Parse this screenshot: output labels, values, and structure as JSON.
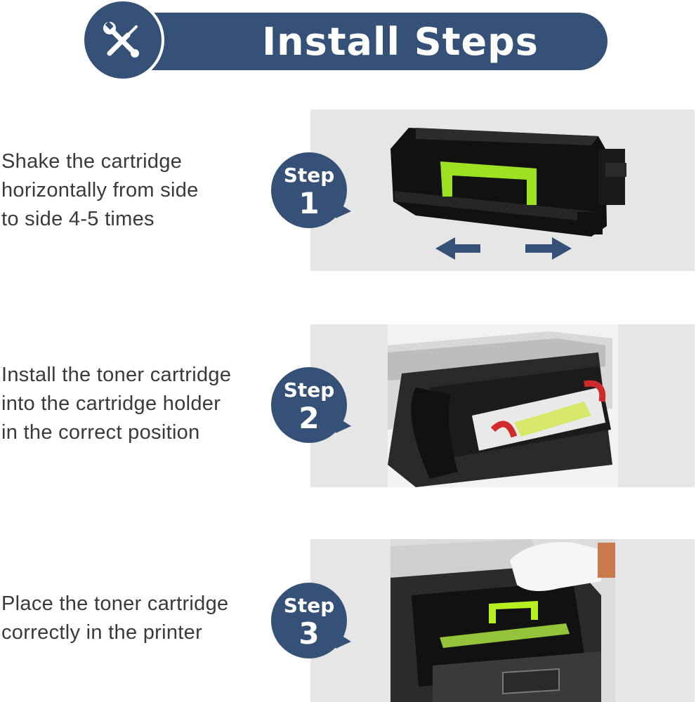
{
  "header": {
    "title": "Install Steps",
    "icon": "tools-icon",
    "color": "#365178"
  },
  "steps": [
    {
      "badge_word": "Step",
      "badge_number": "1",
      "text": "Shake the cartridge\nhorizontally from side\nto side 4-5 times",
      "image": "cartridge-shake-photo"
    },
    {
      "badge_word": "Step",
      "badge_number": "2",
      "text": "Install the toner cartridge\ninto the cartridge holder\nin the correct position",
      "image": "cartridge-holder-photo"
    },
    {
      "badge_word": "Step",
      "badge_number": "3",
      "text": "Place the toner cartridge\ncorrectly in the printer",
      "image": "printer-insert-photo"
    }
  ]
}
